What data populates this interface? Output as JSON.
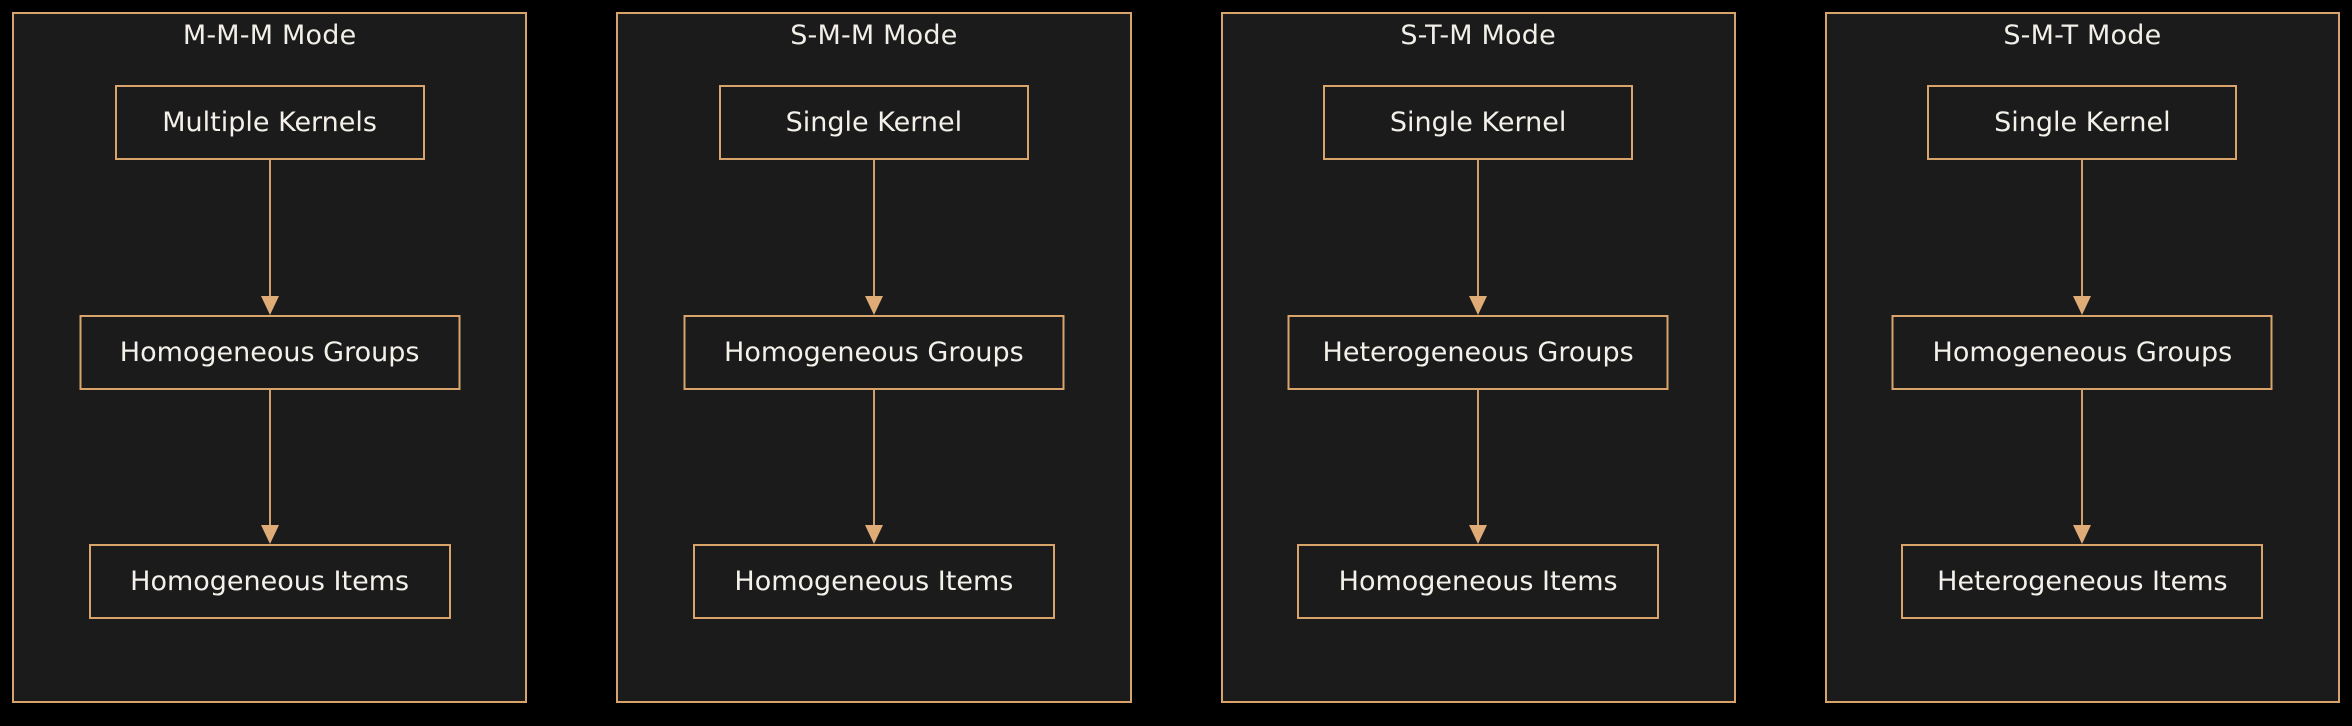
{
  "figure": {
    "background_color": "#000000",
    "panel_fill": "#1b1b1b",
    "border_color": "#d9a46b",
    "arrow_color": "#dfab77",
    "text_color": "#f4f1eb",
    "panel_count": 4,
    "rows_per_panel": 3
  },
  "panels": [
    {
      "title": "M-M-M Mode",
      "nodes": [
        {
          "label": "Multiple Kernels",
          "level": "kernel"
        },
        {
          "label": "Homogeneous Groups",
          "level": "group"
        },
        {
          "label": "Homogeneous Items",
          "level": "item"
        }
      ]
    },
    {
      "title": "S-M-M Mode",
      "nodes": [
        {
          "label": "Single Kernel",
          "level": "kernel"
        },
        {
          "label": "Homogeneous Groups",
          "level": "group"
        },
        {
          "label": "Homogeneous Items",
          "level": "item"
        }
      ]
    },
    {
      "title": "S-T-M Mode",
      "nodes": [
        {
          "label": "Single Kernel",
          "level": "kernel"
        },
        {
          "label": "Heterogeneous Groups",
          "level": "group"
        },
        {
          "label": "Homogeneous Items",
          "level": "item"
        }
      ]
    },
    {
      "title": "S-M-T Mode",
      "nodes": [
        {
          "label": "Single Kernel",
          "level": "kernel"
        },
        {
          "label": "Homogeneous Groups",
          "level": "group"
        },
        {
          "label": "Heterogeneous Items",
          "level": "item"
        }
      ]
    }
  ]
}
